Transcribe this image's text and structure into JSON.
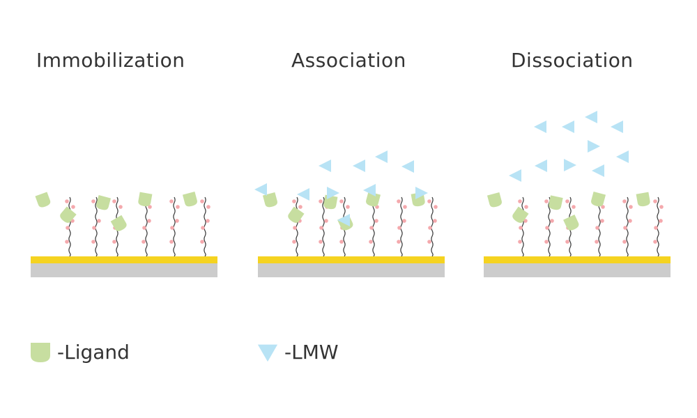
{
  "panels": [
    {
      "title": "Immobilization"
    },
    {
      "title": "Association"
    },
    {
      "title": "Dissociation"
    }
  ],
  "legend": {
    "ligand_label": "-Ligand",
    "lmw_label": "-LMW"
  },
  "colors": {
    "ligand": "#c7dea0",
    "lmw": "#b8e3f5",
    "gold_layer": "#f5d320",
    "substrate": "#cccccc",
    "dots": "#f4a9ad",
    "strands": "#333333",
    "text": "#333333"
  },
  "icons": {
    "ligand": "rounded-square-icon",
    "lmw": "triangle-icon"
  }
}
